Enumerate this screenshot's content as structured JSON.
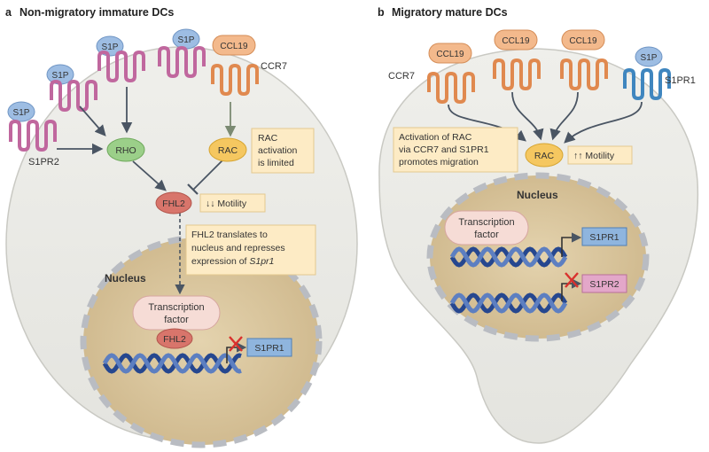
{
  "panel_a": {
    "letter": "a",
    "title": "Non-migratory immature DCs",
    "s1p_labels": [
      "S1P",
      "S1P",
      "S1P",
      "S1P"
    ],
    "ccl19_label": "CCL19",
    "ccr7_label": "CCR7",
    "s1pr2_label": "S1PR2",
    "rho_label": "RHO",
    "rac_label": "RAC",
    "rac_note_lines": [
      "RAC",
      "activation",
      "is limited"
    ],
    "fhl2_label": "FHL2",
    "motility_label": "↓↓ Motility",
    "fhl2_note_lines": [
      "FHL2 translates to",
      "nucleus and represses",
      "expression of "
    ],
    "fhl2_note_gene": "S1pr1",
    "nucleus_label": "Nucleus",
    "tf_lines": [
      "Transcription",
      "factor"
    ],
    "fhl2_nuclear_label": "FHL2",
    "gene_label": "S1PR1"
  },
  "panel_b": {
    "letter": "b",
    "title": "Migratory mature DCs",
    "ccl19_labels": [
      "CCL19",
      "CCL19",
      "CCL19"
    ],
    "ccr7_label": "CCR7",
    "s1p_label": "S1P",
    "s1pr1_label": "S1PR1",
    "note_lines": [
      "Activation of RAC",
      "via CCR7 and S1PR1",
      "promotes migration"
    ],
    "rac_label": "RAC",
    "motility_label": "↑↑ Motility",
    "nucleus_label": "Nucleus",
    "tf_lines": [
      "Transcription",
      "factor"
    ],
    "gene1_label": "S1PR1",
    "gene2_label": "S1PR2"
  },
  "colors": {
    "cell": "#ebebe7",
    "cell_stroke": "#c8c8c2",
    "nucleus": "#d7c39b",
    "s1p": "#9dbde3",
    "s1pr": "#c0679e",
    "ccl19": "#f3b98c",
    "ccr7": "#e0894f",
    "s1pr1": "#3f86bf",
    "rho": "#9bcf89",
    "rac": "#f5c760",
    "fhl2": "#d8756b",
    "note": "#fdebc5",
    "gene_blue": "#8fb5de",
    "gene_pink": "#e3a7c9",
    "dna": "#26478f",
    "arrow": "#4a5563"
  }
}
